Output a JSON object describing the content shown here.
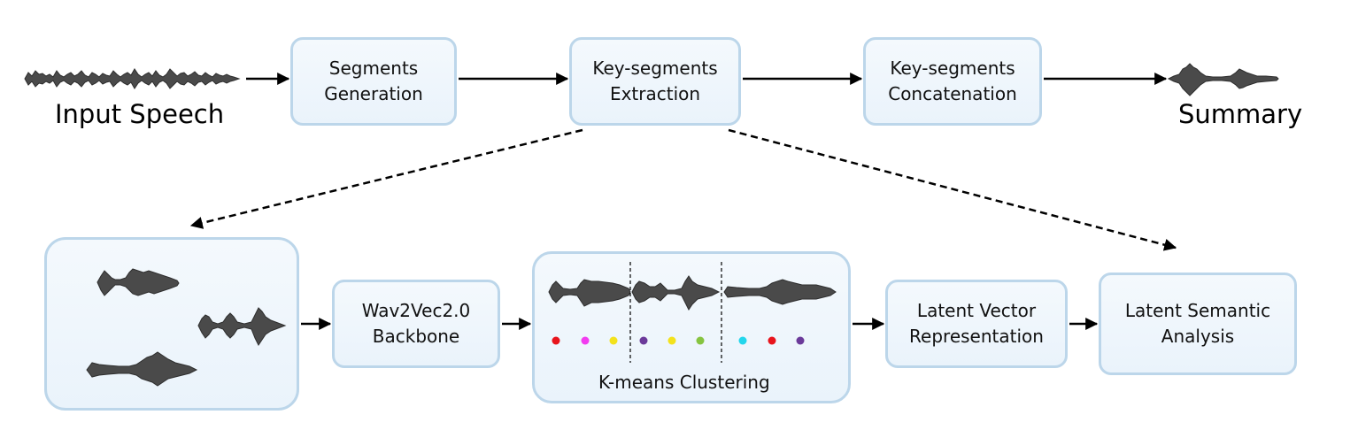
{
  "top": {
    "input_label": "Input Speech",
    "summary_label": "Summary",
    "boxes": [
      {
        "label": "Segments\nGeneration"
      },
      {
        "label": "Key-segments\nExtraction"
      },
      {
        "label": "Key-segments\nConcatenation"
      }
    ]
  },
  "bottom": {
    "boxes": [
      {
        "label": "Wav2Vec2.0\nBackbone"
      },
      {
        "label": "Latent Vector\nRepresentation"
      },
      {
        "label": "Latent Semantic\nAnalysis"
      }
    ],
    "kmeans_label": "K-means Clustering",
    "cluster_dot_colors": [
      "#e8141c",
      "#f23cf0",
      "#f3e21c",
      "#6b3a9a",
      "#f3e21c",
      "#86c440",
      "#23d6ec",
      "#e8141c",
      "#6b3a9a"
    ]
  },
  "colors": {
    "box_border": "#bcd6ea",
    "box_fill": "#eef5fb",
    "waveform": "#4a4a4a",
    "arrow": "#000000"
  }
}
